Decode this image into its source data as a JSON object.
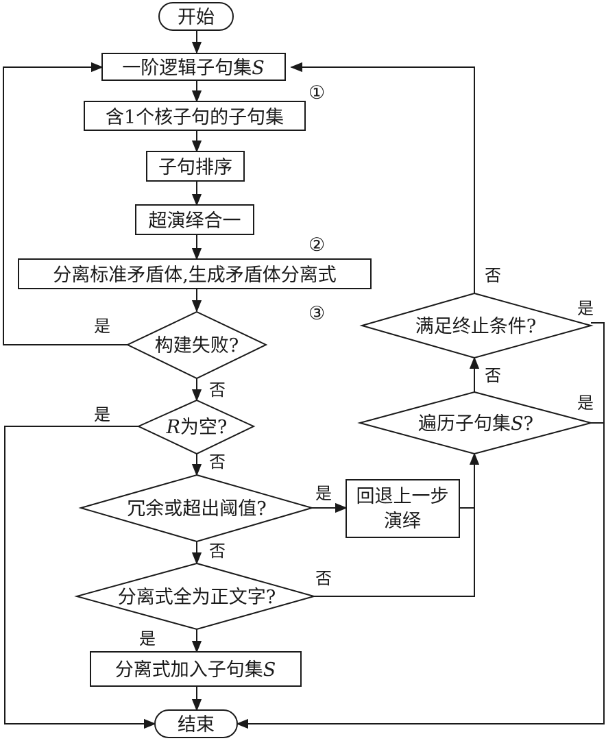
{
  "nodes": {
    "start": "开始",
    "s1": "一阶逻辑子句集",
    "s1_var": "S",
    "s2": "含1个核子句的子句集",
    "s3": "子句排序",
    "s4": "超演绎合一",
    "s5": "分离标准矛盾体,生成矛盾体分离式",
    "d1": "构建失败?",
    "d2_var": "R",
    "d2": "为空?",
    "d3": "冗余或超出阈值?",
    "d4": "分离式全为正文字?",
    "s6": "分离式加入子句集",
    "s6_var": "S",
    "back_line1": "回退上一步",
    "back_line2": "演绎",
    "d5": "遍历子句集",
    "d5_var": "S",
    "d5_q": "?",
    "d6": "满足终止条件?",
    "end": "结束"
  },
  "markers": {
    "m1": "①",
    "m2": "②",
    "m3": "③"
  },
  "edge_labels": {
    "d1_yes": "是",
    "d1_no": "否",
    "d2_yes": "是",
    "d2_no": "否",
    "d3_yes": "是",
    "d3_no": "否",
    "d4_yes": "是",
    "d4_no": "否",
    "d5_yes": "是",
    "d5_no": "否",
    "d6_yes": "是",
    "d6_no": "否"
  }
}
